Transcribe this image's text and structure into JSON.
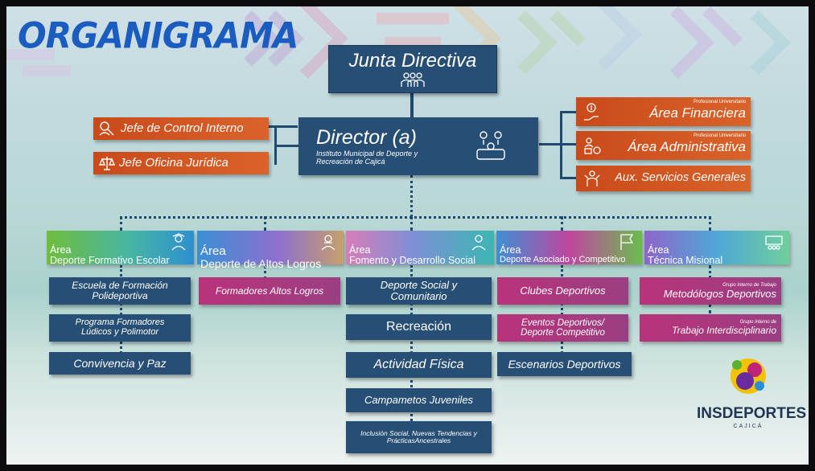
{
  "title": "ORGANIGRAMA",
  "junta": {
    "label": "Junta Directiva"
  },
  "director": {
    "label": "Director (a)",
    "subtitle": "Instituto Municipal de Deporte y Recreación de Cajicá"
  },
  "left_boxes": [
    "Jefe de Control Interno",
    "Jefe Oficina Jurídica"
  ],
  "right_boxes": [
    {
      "tag": "Profesional Universitario",
      "label": "Área Financiera"
    },
    {
      "tag": "Profesional Universitario",
      "label": "Área Administrativa"
    },
    {
      "tag": "",
      "label": "Aux. Servicios Generales"
    }
  ],
  "areas": [
    {
      "line1": "Área",
      "line2": "Deporte Formativo Escolar",
      "icon": "student-icon"
    },
    {
      "line1": "Área",
      "line2": "Deporte de Altos Logros",
      "icon": "athlete-icon"
    },
    {
      "line1": "Área",
      "line2": "Fomento y Desarrollo Social",
      "icon": "person-icon"
    },
    {
      "line1": "Área",
      "line2": "Deporte Asociado y Competitivo",
      "icon": "flag-icon"
    },
    {
      "line1": "Área",
      "line2": "Técnica Misional",
      "icon": "team-icon"
    }
  ],
  "col1": [
    "Escuela de Formación Polideportiva",
    "Programa Formadores Lúdicos y Polimotor",
    "Convivencia y Paz"
  ],
  "col2": [
    "Formadores Altos Logros"
  ],
  "col3": [
    "Deporte Social y Comunitario",
    "Recreación",
    "Actividad Física",
    "Campametos Juveniles",
    "Inclusión Social, Nuevas Tendencias y PrácticasAncestrales"
  ],
  "col4": [
    "Clubes Deportivos",
    "Eventos Deportivos/ Deporte Competitivo",
    "Escenarios Deportivos"
  ],
  "col5": [
    {
      "tag": "Grupo Interno de Trabajo",
      "label": "Metodólogos Deportivos"
    },
    {
      "tag": "Grupo Interno de",
      "label": "Trabajo Interdisciplinario"
    }
  ],
  "logo": {
    "name": "INSDEPORTES",
    "sub": "CAJICÁ"
  },
  "colors": {
    "navy": "#274e74",
    "orange": "#d9632a",
    "pink": "#b8337a",
    "title": "#1a5cc0"
  }
}
